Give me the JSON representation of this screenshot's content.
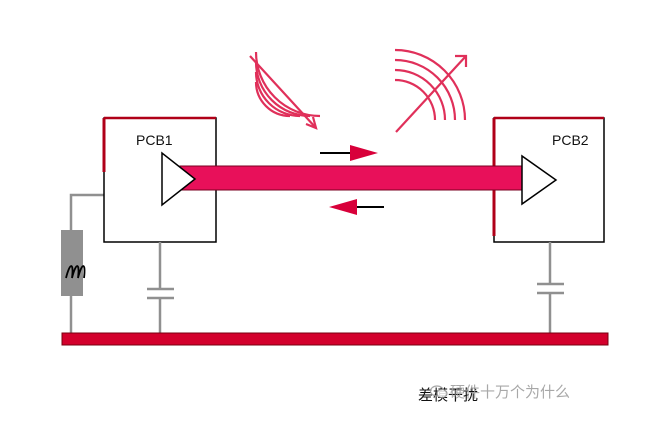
{
  "pcb1": {
    "label": "PCB1"
  },
  "pcb2": {
    "label": "PCB2"
  },
  "caption": "差模干扰",
  "watermark": "硬件十万个为什么",
  "colors": {
    "signal": "#e8105a",
    "arrow": "#d8003a",
    "wave": "#e0305a",
    "box_accent": "#b00018",
    "ground": "#d3002c",
    "wire": "#909090",
    "inductor": "#909090"
  }
}
